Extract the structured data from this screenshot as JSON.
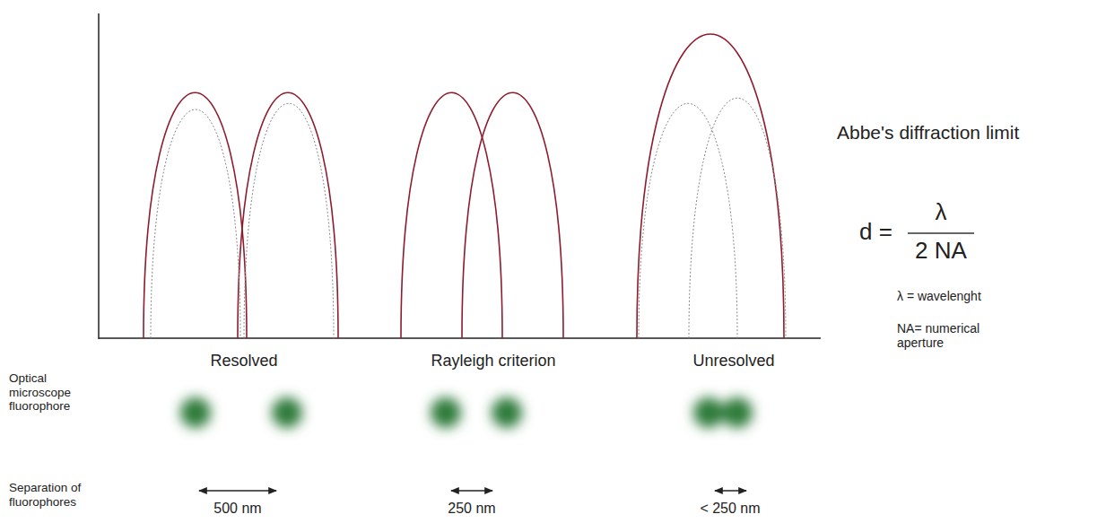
{
  "diagram": {
    "labels": [
      "Resolved",
      "Rayleigh criterion",
      "Unresolved",
      "Optical microscope fluorophore",
      "Separation of fluorophores",
      "500 nm",
      "250 nm",
      "< 250 nm",
      "Abbe's diffraction limit",
      "d =",
      "λ",
      "2 NA",
      "λ = wavelenght",
      "NA= numerical aperture"
    ]
  }
}
